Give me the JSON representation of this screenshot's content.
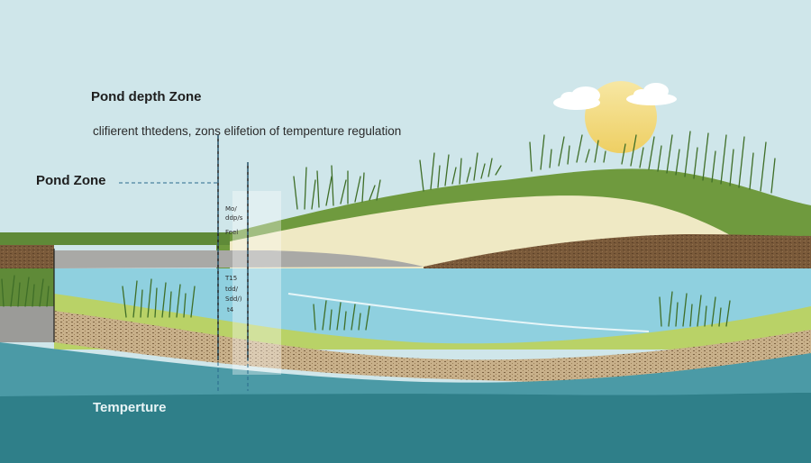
{
  "diagram": {
    "title": "Pond depth Zone",
    "subtitle": "clifierent thtedens, zons elifetion of tempenture regulation",
    "zone_label": "Pond Zone",
    "bottom_label": "Temperture",
    "gauge_marks": [
      "Mo/",
      "ddp/s",
      "Feel",
      "T15",
      "tdd/",
      "Sdd/)",
      "t4"
    ]
  },
  "colors": {
    "sky": "#cfe6ea",
    "sun": "#f3dd86",
    "grass": "#6f9a3e",
    "sand": "#efe9c4",
    "soil": "#7a5a3a",
    "shallow_water": "#8fd0df",
    "deep_water": "#2f7f89"
  }
}
